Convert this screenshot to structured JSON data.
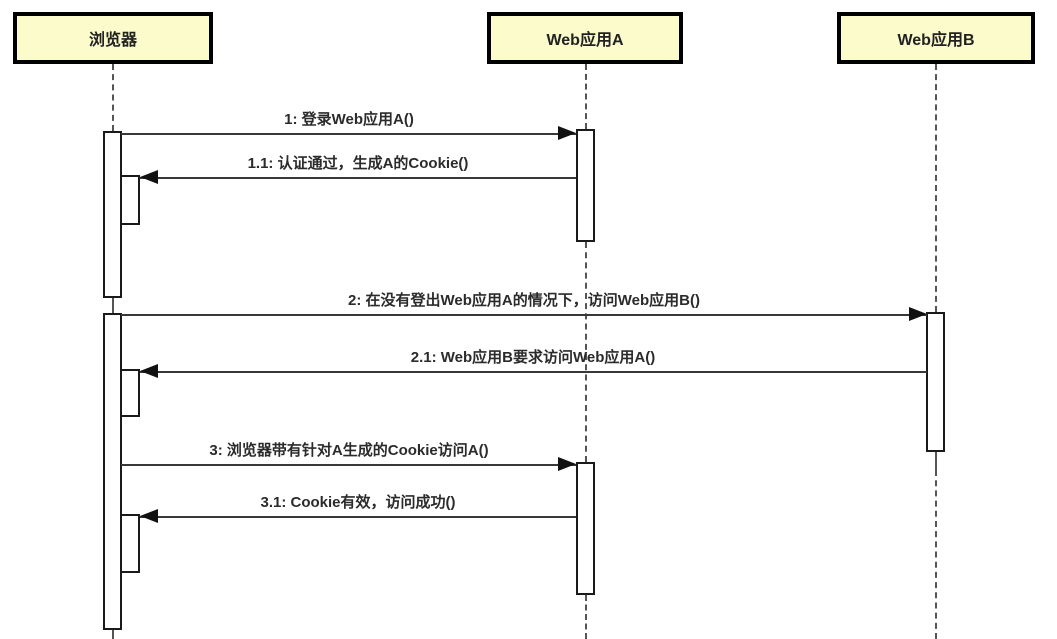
{
  "diagram": {
    "type": "uml-sequence-diagram",
    "colors": {
      "background": "#ffffff",
      "actor_fill": "#fbfbcb",
      "actor_border": "#000000",
      "lifeline": "#555555",
      "message_line": "#383838",
      "arrowhead": "#111111",
      "activation_fill": "#ffffff",
      "activation_border": "#1a1a1a",
      "text": "#2b2b2b"
    }
  },
  "actors": [
    {
      "label": "浏览器"
    },
    {
      "label": "Web应用A"
    },
    {
      "label": "Web应用B"
    }
  ],
  "messages": [
    {
      "label": "1: 登录Web应用A()",
      "from": "浏览器",
      "to": "Web应用A",
      "direction": "right"
    },
    {
      "label": "1.1: 认证通过，生成A的Cookie()",
      "from": "Web应用A",
      "to": "浏览器",
      "direction": "left"
    },
    {
      "label": "2: 在没有登出Web应用A的情况下，访问Web应用B()",
      "from": "浏览器",
      "to": "Web应用B",
      "direction": "right"
    },
    {
      "label": "2.1: Web应用B要求访问Web应用A()",
      "from": "Web应用B",
      "to": "浏览器",
      "direction": "left"
    },
    {
      "label": "3: 浏览器带有针对A生成的Cookie访问A()",
      "from": "浏览器",
      "to": "Web应用A",
      "direction": "right"
    },
    {
      "label": "3.1: Cookie有效，访问成功()",
      "from": "Web应用A",
      "to": "浏览器",
      "direction": "left"
    }
  ]
}
